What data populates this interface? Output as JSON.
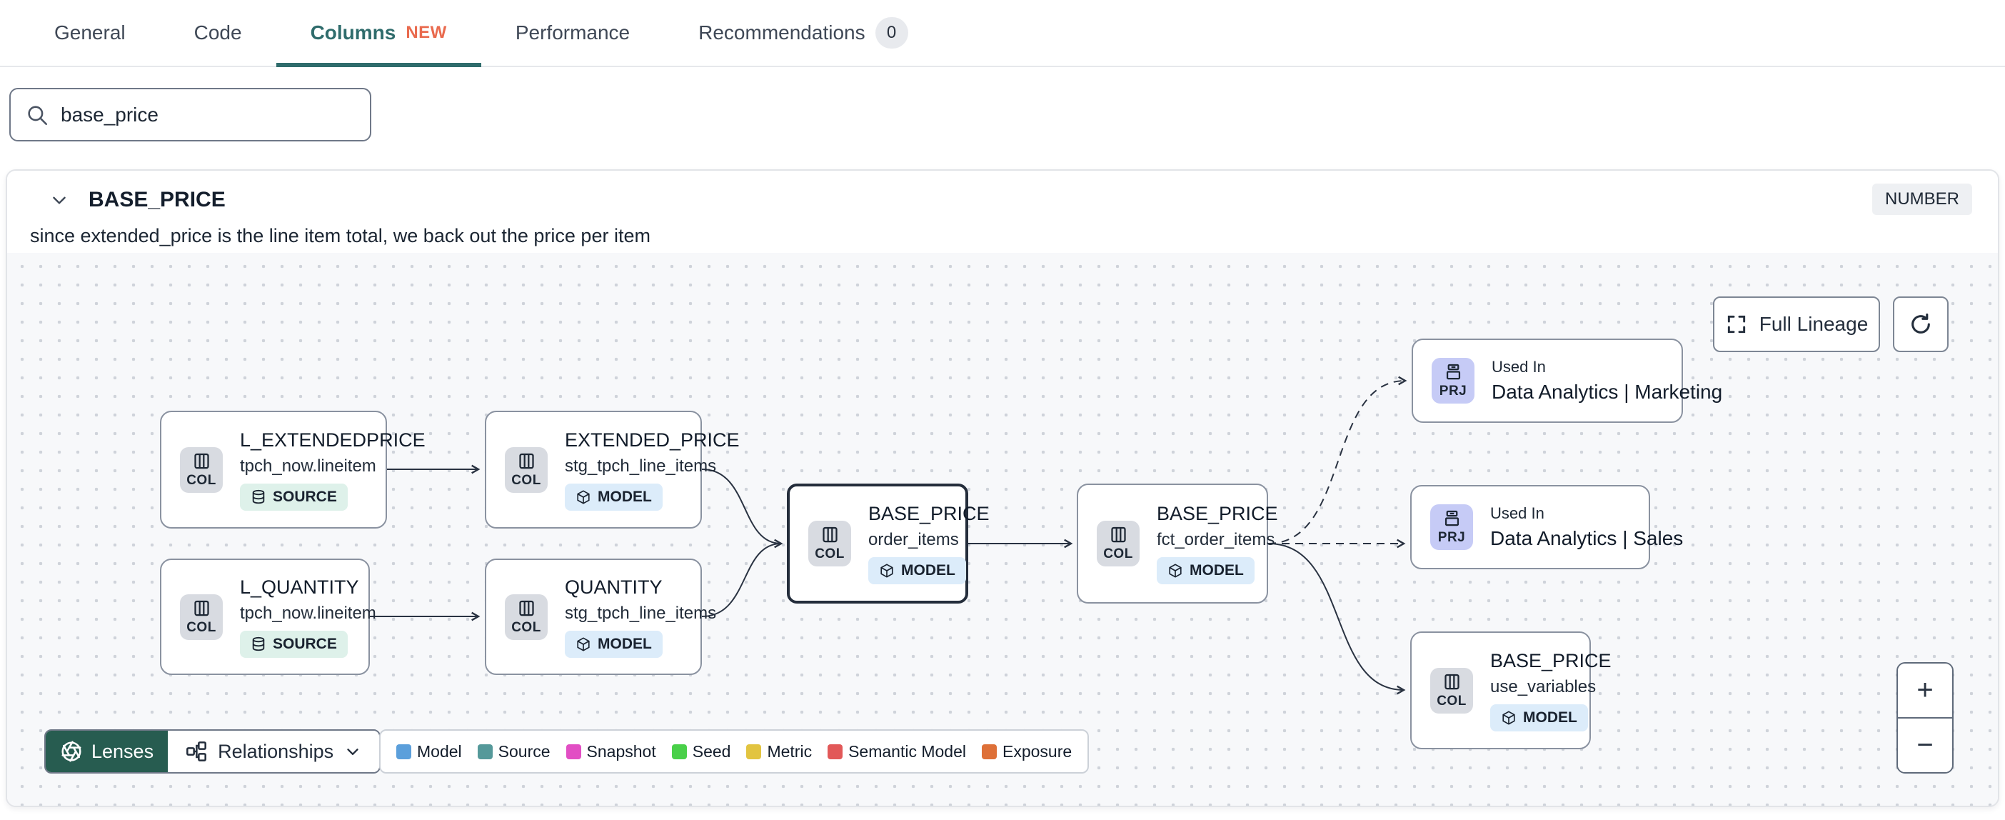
{
  "tabs": {
    "items": [
      {
        "label": "General"
      },
      {
        "label": "Code"
      },
      {
        "label": "Columns",
        "badge": "NEW",
        "active": true
      },
      {
        "label": "Performance"
      },
      {
        "label": "Recommendations",
        "count": "0"
      }
    ]
  },
  "search": {
    "value": "base_price"
  },
  "column_panel": {
    "title": "BASE_PRICE",
    "type": "NUMBER",
    "description": "since extended_price is the line item total, we back out the price per item"
  },
  "lineage": {
    "full_lineage_label": "Full Lineage",
    "zoom_in": "+",
    "zoom_out": "−",
    "lenses_label": "Lenses",
    "relationships_label": "Relationships",
    "legend": [
      {
        "label": "Model",
        "color": "#5b9fdb"
      },
      {
        "label": "Source",
        "color": "#55999a"
      },
      {
        "label": "Snapshot",
        "color": "#e24ec4"
      },
      {
        "label": "Seed",
        "color": "#49d049"
      },
      {
        "label": "Metric",
        "color": "#e2c440"
      },
      {
        "label": "Semantic Model",
        "color": "#e25858"
      },
      {
        "label": "Exposure",
        "color": "#de7038"
      }
    ],
    "nodes": [
      {
        "kind_label": "COL",
        "title": "L_EXTENDEDPRICE",
        "subtitle": "tpch_now.lineitem",
        "badge": "SOURCE"
      },
      {
        "kind_label": "COL",
        "title": "EXTENDED_PRICE",
        "subtitle": "stg_tpch_line_items",
        "badge": "MODEL"
      },
      {
        "kind_label": "COL",
        "title": "L_QUANTITY",
        "subtitle": "tpch_now.lineitem",
        "badge": "SOURCE"
      },
      {
        "kind_label": "COL",
        "title": "QUANTITY",
        "subtitle": "stg_tpch_line_items",
        "badge": "MODEL"
      },
      {
        "kind_label": "COL",
        "title": "BASE_PRICE",
        "subtitle": "order_items",
        "badge": "MODEL"
      },
      {
        "kind_label": "COL",
        "title": "BASE_PRICE",
        "subtitle": "fct_order_items",
        "badge": "MODEL"
      },
      {
        "kind_label": "PRJ",
        "context": "Used In",
        "title": "Data Analytics | Marketing"
      },
      {
        "kind_label": "PRJ",
        "context": "Used In",
        "title": "Data Analytics | Sales"
      },
      {
        "kind_label": "COL",
        "title": "BASE_PRICE",
        "subtitle": "use_variables",
        "badge": "MODEL"
      }
    ],
    "icons": [
      "magnifier",
      "chevron-down",
      "columns",
      "database",
      "cube",
      "archive",
      "expand",
      "refresh",
      "aperture",
      "relationship-graph"
    ]
  },
  "colors": {
    "accent_teal": "#2f6c6c",
    "new_orange": "#e96a4e",
    "lenses_green": "#275c50",
    "edge": "#2a3342",
    "canvas_bg": "#f7f8fa"
  }
}
